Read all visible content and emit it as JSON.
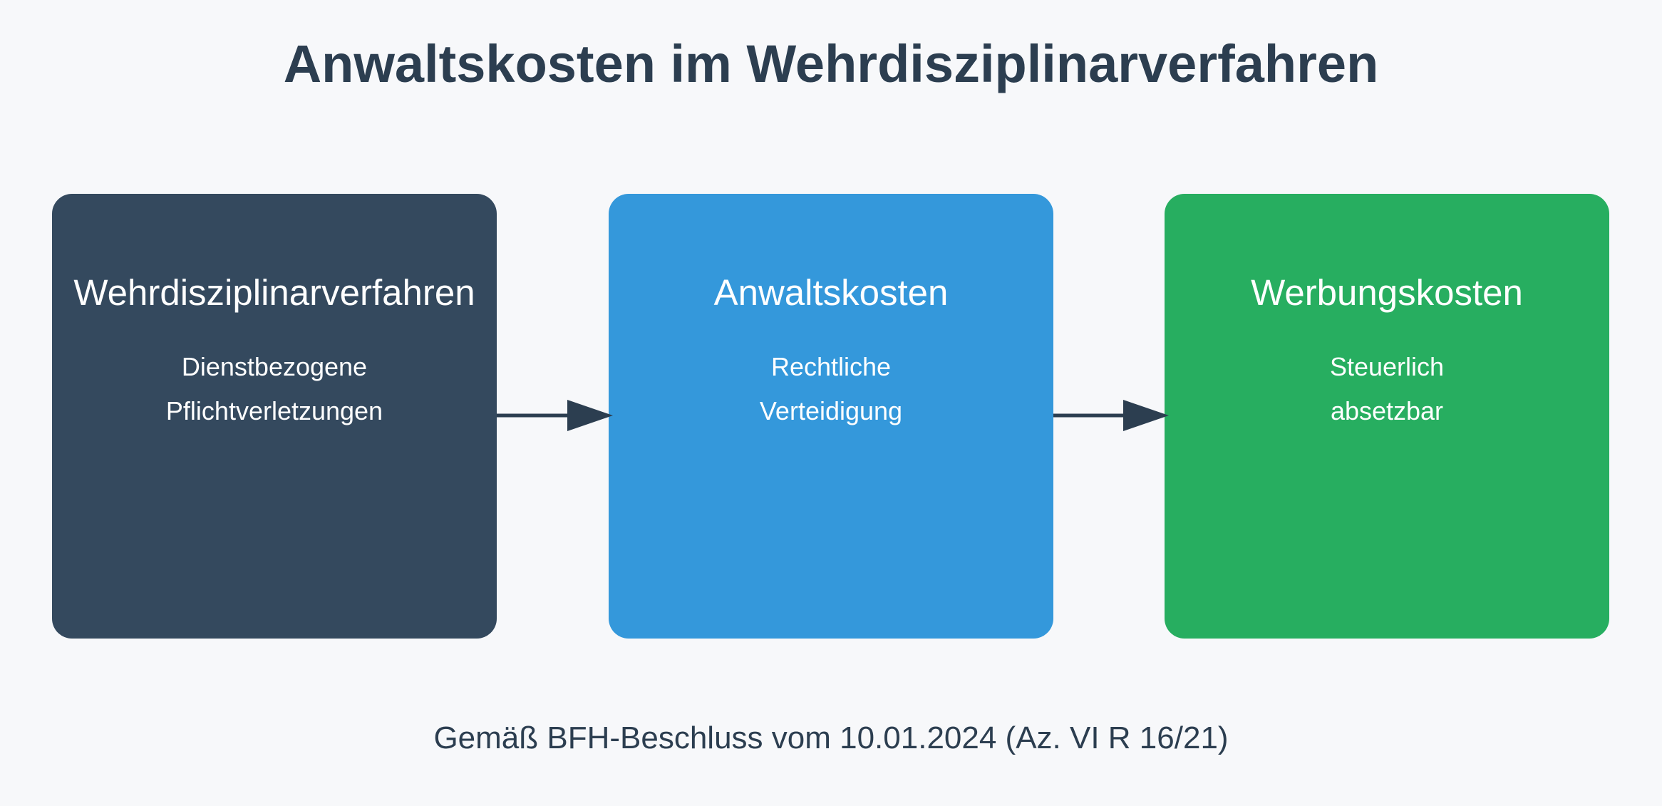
{
  "title": "Anwaltskosten im Wehrdisziplinarverfahren",
  "colors": {
    "background": "#f7f8fa",
    "text": "#2c3e50",
    "box_dark": "#34495e",
    "box_blue": "#3498db",
    "box_green": "#27ae60",
    "arrow": "#2c3e50"
  },
  "steps": [
    {
      "title": "Wehrdisziplinarverfahren",
      "lines": [
        "Dienstbezogene",
        "Pflichtverletzungen"
      ]
    },
    {
      "title": "Anwaltskosten",
      "lines": [
        "Rechtliche",
        "Verteidigung"
      ]
    },
    {
      "title": "Werbungskosten",
      "lines": [
        "Steuerlich",
        "absetzbar"
      ]
    }
  ],
  "footer": "Gemäß BFH-Beschluss vom 10.01.2024 (Az. VI R 16/21)"
}
